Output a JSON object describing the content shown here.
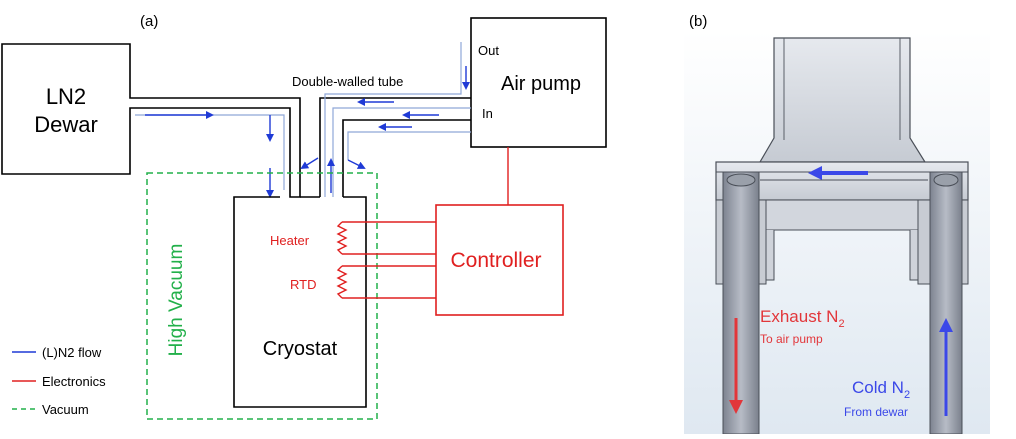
{
  "panel_a": {
    "label": "(a)",
    "dewar": {
      "line1": "LN2",
      "line2": "Dewar"
    },
    "air_pump": {
      "label": "Air pump",
      "port_out": "Out",
      "port_in": "In"
    },
    "tube_label": "Double-walled tube",
    "vacuum_label": "High Vacuum",
    "cryostat_label": "Cryostat",
    "heater_label": "Heater",
    "rtd_label": "RTD",
    "controller_label": "Controller",
    "legend": [
      {
        "kind": "flow",
        "text": "(L)N2 flow",
        "color": "#1f3ad6",
        "style": "solid"
      },
      {
        "kind": "electronics",
        "text": "Electronics",
        "color": "#e02020",
        "style": "solid"
      },
      {
        "kind": "vacuum",
        "text": "Vacuum",
        "color": "#22b04a",
        "style": "dashed"
      }
    ]
  },
  "panel_b": {
    "label": "(b)",
    "exhaust": {
      "title": "Exhaust N",
      "sub": "2",
      "note": "To air pump"
    },
    "cold": {
      "title": "Cold N",
      "sub": "2",
      "note": "From dewar"
    }
  },
  "colors": {
    "flow": "#1f3ad6",
    "flow_light": "#8fa8d8",
    "electronics": "#e02020",
    "vacuum": "#22b04a",
    "exhaust_arrow": "#e2363a",
    "cold_arrow": "#3b48e8"
  }
}
